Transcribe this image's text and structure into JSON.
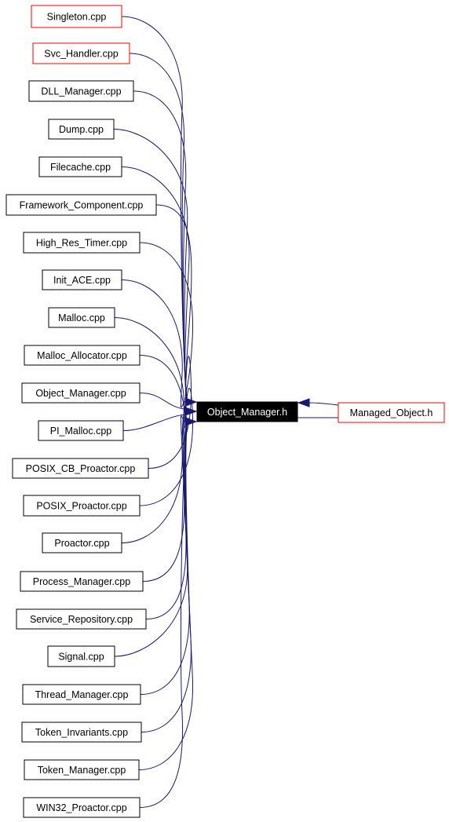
{
  "colors": {
    "edge": "#191970",
    "node_border": "#000000",
    "external_node_border": "#ff0000",
    "center_fill": "#000000",
    "center_text": "#ffffff"
  },
  "center_node": {
    "label": "Object_Manager.h"
  },
  "right_node": {
    "label": "Managed_Object.h",
    "border": "red"
  },
  "includers": [
    {
      "label": "Singleton.cpp",
      "border": "red"
    },
    {
      "label": "Svc_Handler.cpp",
      "border": "red"
    },
    {
      "label": "DLL_Manager.cpp",
      "border": "black"
    },
    {
      "label": "Dump.cpp",
      "border": "black"
    },
    {
      "label": "Filecache.cpp",
      "border": "black"
    },
    {
      "label": "Framework_Component.cpp",
      "border": "black"
    },
    {
      "label": "High_Res_Timer.cpp",
      "border": "black"
    },
    {
      "label": "Init_ACE.cpp",
      "border": "black"
    },
    {
      "label": "Malloc.cpp",
      "border": "black"
    },
    {
      "label": "Malloc_Allocator.cpp",
      "border": "black"
    },
    {
      "label": "Object_Manager.cpp",
      "border": "black"
    },
    {
      "label": "PI_Malloc.cpp",
      "border": "black"
    },
    {
      "label": "POSIX_CB_Proactor.cpp",
      "border": "black"
    },
    {
      "label": "POSIX_Proactor.cpp",
      "border": "black"
    },
    {
      "label": "Proactor.cpp",
      "border": "black"
    },
    {
      "label": "Process_Manager.cpp",
      "border": "black"
    },
    {
      "label": "Service_Repository.cpp",
      "border": "black"
    },
    {
      "label": "Signal.cpp",
      "border": "black"
    },
    {
      "label": "Thread_Manager.cpp",
      "border": "black"
    },
    {
      "label": "Token_Invariants.cpp",
      "border": "black"
    },
    {
      "label": "Token_Manager.cpp",
      "border": "black"
    },
    {
      "label": "WIN32_Proactor.cpp",
      "border": "black"
    }
  ]
}
